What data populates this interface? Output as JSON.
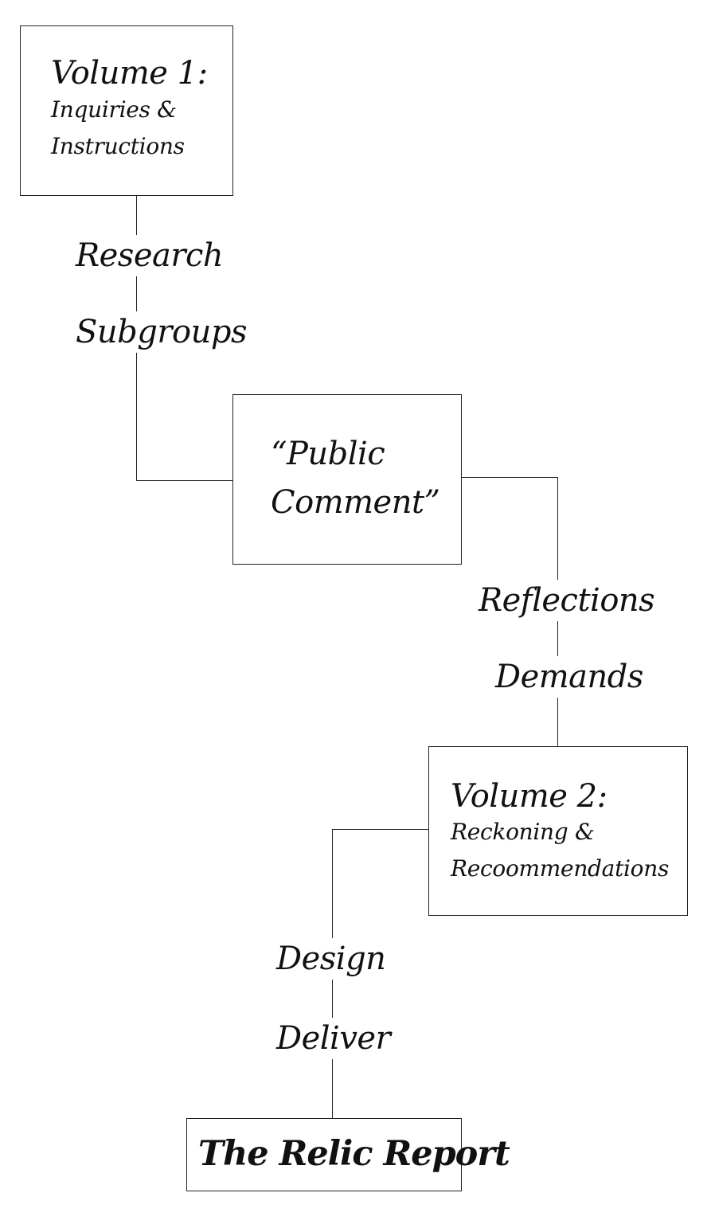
{
  "nodes": {
    "volume1": {
      "title": "Volume 1:",
      "line1": "Inquiries &",
      "line2": "Instructions"
    },
    "public_comment": {
      "line1": "“Public",
      "line2": "Comment”"
    },
    "volume2": {
      "title": "Volume 2:",
      "line1": "Reckoning &",
      "line2": "Recoommendations"
    },
    "relic_report": {
      "title": "The Relic Report"
    }
  },
  "edges": {
    "v1_to_public": [
      "Research",
      "Subgroups"
    ],
    "public_to_v2": [
      "Reflections",
      "Demands"
    ],
    "v2_to_report": [
      "Design",
      "Deliver"
    ]
  }
}
